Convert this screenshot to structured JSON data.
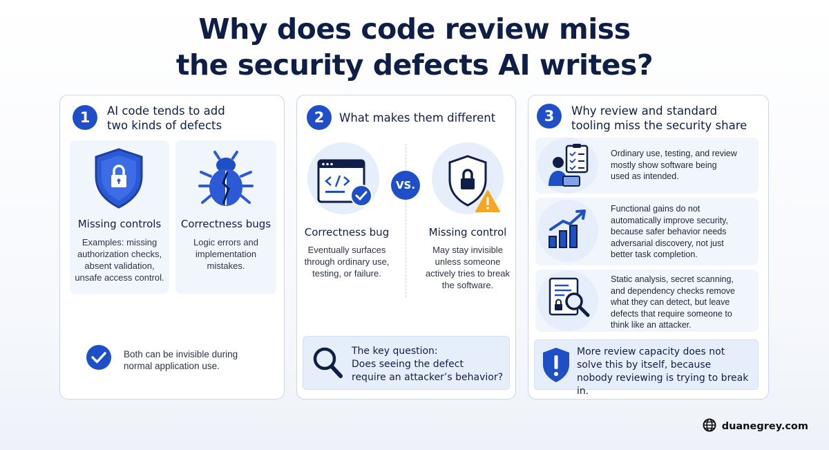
{
  "title_line1": "Why does code review miss",
  "title_line2": "the security defects AI writes?",
  "panel1": {
    "number": "1",
    "title_line1": "AI code tends to add",
    "title_line2": "two kinds of defects",
    "card_left": {
      "icon": "shield-lock-icon",
      "title": "Missing controls",
      "text": [
        "Examples: missing",
        "authorization checks,",
        "absent validation,",
        "unsafe access control."
      ]
    },
    "card_right": {
      "icon": "bug-icon",
      "title": "Correctness bugs",
      "text": [
        "Logic errors and",
        "implementation",
        "mistakes."
      ]
    },
    "note_icon": "check-circle-icon",
    "note": [
      "Both can be invisible during",
      "normal application use."
    ]
  },
  "panel2": {
    "number": "2",
    "title": "What makes them different",
    "vs": "VS.",
    "left": {
      "icon": "code-window-check-icon",
      "title": "Correctness bug",
      "text": [
        "Eventually surfaces",
        "through ordinary use,",
        "testing, or failure."
      ]
    },
    "right": {
      "icon": "shield-lock-warning-icon",
      "title": "Missing control",
      "text": [
        "May stay invisible",
        "unless someone",
        "actively tries to break",
        "the software."
      ]
    },
    "question": {
      "icon": "magnifier-icon",
      "lines": [
        "The key question:",
        "Does seeing the defect",
        "require an attacker’s behavior?"
      ]
    }
  },
  "panel3": {
    "number": "3",
    "title_line1": "Why review and standard",
    "title_line2": "tooling miss the security share",
    "rows": [
      {
        "icon": "reviewer-checklist-icon",
        "lines": [
          "Ordinary use, testing, and review",
          "mostly show software being",
          "used as intended."
        ]
      },
      {
        "icon": "growth-chart-icon",
        "lines": [
          "Functional gains do not",
          "automatically improve security,",
          "because safer behavior needs",
          "adversarial discovery, not just",
          "better task completion."
        ]
      },
      {
        "icon": "document-search-lock-icon",
        "lines": [
          "Static analysis, secret scanning,",
          "and dependency checks remove",
          "what they can detect, but leave",
          "defects that require someone to",
          "think like an attacker."
        ]
      }
    ],
    "callout": {
      "icon": "shield-alert-icon",
      "lines": [
        "More review capacity does not",
        "solve this by itself, because",
        "nobody reviewing is trying to break in."
      ]
    }
  },
  "footer": {
    "icon": "globe-icon",
    "site": "duanegrey.com"
  },
  "colors": {
    "accent": "#1f4fc6",
    "title": "#0f1e46",
    "warning": "#f5a623"
  }
}
